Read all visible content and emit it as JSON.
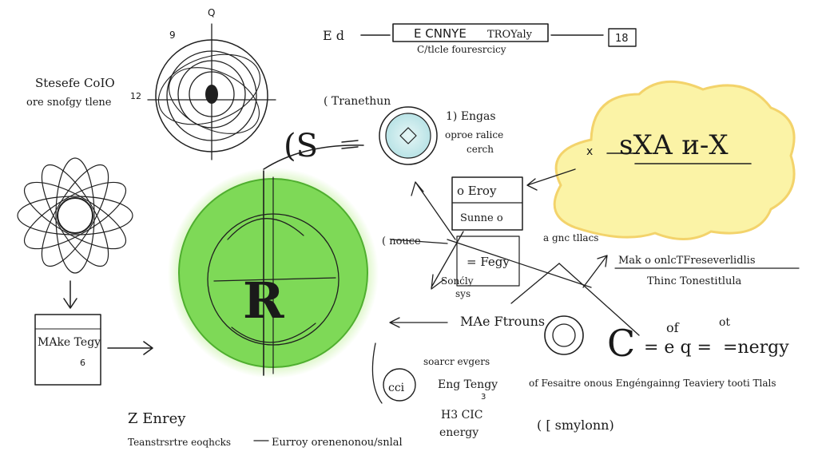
{
  "colors": {
    "ink": "#1f1f1f",
    "green_fill": "#7ed957",
    "green_glow": "#c8f1a6",
    "cloud_fill": "#fbf3a6",
    "cloud_edge": "#f3d36b",
    "teal_fill": "#cfecee"
  },
  "top": {
    "label_left": "E d",
    "box_text": "E  CNNYE",
    "box_tail": "TROYaly",
    "subtitle": "C/tlcle fouresrcicy",
    "small_box": "18"
  },
  "left": {
    "title": "Stesefe CoIO",
    "sub": "ore snofgy tlene",
    "small_q": "Q",
    "small_9": "9",
    "small_12": "12",
    "make_box": "MAke Tegy",
    "make_box_sub": "6"
  },
  "center": {
    "big_symbol": "R",
    "transition": "( Tranethun",
    "engas_title": "1)  Engas",
    "engas_sub1": "oproe ralice",
    "engas_sub2": "cerch",
    "s_symbol": "(S",
    "note_nouce": "( nouce",
    "som_label": "Sonćly",
    "som_sub": "sys"
  },
  "right": {
    "cloud_x": "x",
    "cloud_formula": "ѕХА и-Х",
    "energy_box_title": "o Eroy",
    "energy_box_sub": "Sunne  o",
    "energy_box_eq": "= Fegy",
    "ague": "a gnc  tllacs",
    "mak_title": "Mak  o  onlcTFreseverlidlis",
    "mak_sub": "Thinc  Tonestitlula",
    "make_fraction": "MAe  Ftrouns",
    "formula_c": "C",
    "formula_eq": "= e  q =",
    "formula_energy": "=nergy",
    "formula_of": "of",
    "formula_ot": "ot"
  },
  "bottom": {
    "zeroy": "Z  Enrey",
    "transmission": "Teanstrsrtre  eoqhcks",
    "energy_tail": "Eurroy  orenenonou/snlal",
    "soarer": "soarcr  evgers",
    "circle_note": "cci",
    "eng": "Eng  Tengy",
    "eng_sub": "3",
    "feasible": "of  Fesaitre  onous  Engéngainng  Teaviery   tooti  Tlals",
    "hacc": "H3  CIC",
    "hacc_sub": "energy",
    "symbol_paren": "( [  smylonn)"
  }
}
